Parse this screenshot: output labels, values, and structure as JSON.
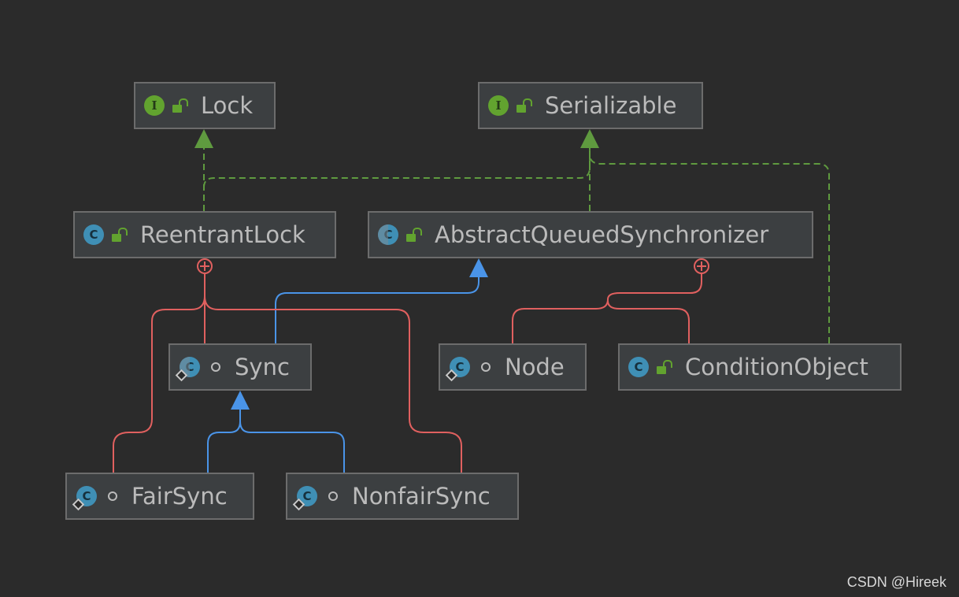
{
  "diagram": {
    "nodes": [
      {
        "id": "lock",
        "label": "Lock",
        "kind": "interface",
        "kind_letter": "I",
        "access": "lock-open-icon"
      },
      {
        "id": "serializable",
        "label": "Serializable",
        "kind": "interface",
        "kind_letter": "I",
        "access": "lock-open-icon"
      },
      {
        "id": "reentrantlock",
        "label": "ReentrantLock",
        "kind": "class",
        "kind_letter": "C",
        "access": "lock-open-icon"
      },
      {
        "id": "aqs",
        "label": "AbstractQueuedSynchronizer",
        "kind": "abstract-class",
        "kind_letter": "C",
        "access": "lock-open-icon"
      },
      {
        "id": "sync",
        "label": "Sync",
        "kind": "static-abstract-class",
        "kind_letter": "C",
        "access": "package-private-icon"
      },
      {
        "id": "node",
        "label": "Node",
        "kind": "static-class",
        "kind_letter": "C",
        "access": "package-private-icon"
      },
      {
        "id": "conditionobject",
        "label": "ConditionObject",
        "kind": "class",
        "kind_letter": "C",
        "access": "lock-open-icon"
      },
      {
        "id": "fairsync",
        "label": "FairSync",
        "kind": "static-class",
        "kind_letter": "C",
        "access": "package-private-icon"
      },
      {
        "id": "nonfairsync",
        "label": "NonfairSync",
        "kind": "static-class",
        "kind_letter": "C",
        "access": "package-private-icon"
      }
    ],
    "edges": [
      {
        "from": "reentrantlock",
        "to": "lock",
        "type": "implements"
      },
      {
        "from": "reentrantlock",
        "to": "serializable",
        "type": "implements"
      },
      {
        "from": "aqs",
        "to": "serializable",
        "type": "implements"
      },
      {
        "from": "conditionobject",
        "to": "serializable",
        "type": "implements"
      },
      {
        "from": "sync",
        "to": "aqs",
        "type": "extends"
      },
      {
        "from": "fairsync",
        "to": "sync",
        "type": "extends"
      },
      {
        "from": "nonfairsync",
        "to": "sync",
        "type": "extends"
      },
      {
        "from": "sync",
        "to": "reentrantlock",
        "type": "inner-class"
      },
      {
        "from": "fairsync",
        "to": "reentrantlock",
        "type": "inner-class"
      },
      {
        "from": "nonfairsync",
        "to": "reentrantlock",
        "type": "inner-class"
      },
      {
        "from": "node",
        "to": "aqs",
        "type": "inner-class"
      },
      {
        "from": "conditionobject",
        "to": "aqs",
        "type": "inner-class"
      }
    ],
    "colors": {
      "background": "#2b2b2b",
      "node_fill": "#3c3f41",
      "node_border": "#6c6c6c",
      "text": "#bbbbbb",
      "implements": "#5f9a3f",
      "extends": "#4a94e8",
      "inner_class": "#e0605f"
    }
  },
  "watermark": "CSDN @Hireek"
}
